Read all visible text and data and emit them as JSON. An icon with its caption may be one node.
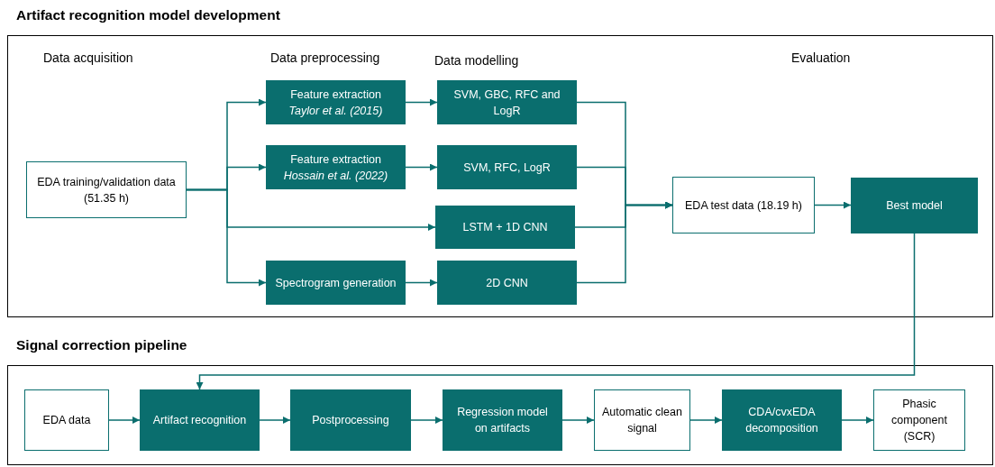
{
  "diagram": {
    "nodes": [
      {
        "text": [
          "Artifact recognition model development"
        ]
      },
      {
        "text": [
          "EDA training/validation data (51.35 h)"
        ],
        "in": 0
      },
      {
        "text": [
          "Feature extraction",
          "Taylor et al. (2015)"
        ],
        "in": 0
      },
      {
        "text": [
          "SVM, GBC, RFC and LogR"
        ],
        "in": 0
      },
      {
        "text": [
          "Feature extraction",
          "Hossain et al.  (2022)"
        ],
        "in": 0
      },
      {
        "text": [
          "SVM, RFC, LogR"
        ],
        "in": 0
      },
      {
        "text": [
          "LSTM + 1D CNN"
        ],
        "in": 0
      },
      {
        "text": [
          "Spectrogram generation"
        ],
        "in": 0
      },
      {
        "text": [
          "2D CNN"
        ],
        "in": 0
      },
      {
        "text": [
          "EDA test data (18.19 h)"
        ],
        "in": 0
      },
      {
        "text": [
          "Best model"
        ],
        "in": 0
      },
      {
        "text": [
          "Signal correction pipeline"
        ]
      },
      {
        "text": [
          "EDA data"
        ],
        "in": 11
      },
      {
        "text": [
          "Artifact recognition"
        ],
        "in": 11
      },
      {
        "text": [
          "Postprocessing"
        ],
        "in": 11
      },
      {
        "text": [
          "Regression model on artifacts"
        ],
        "in": 11
      },
      {
        "text": [
          "Automatic clean signal"
        ],
        "in": 11
      },
      {
        "text": [
          "CDA/cvxEDA decomposition"
        ],
        "in": 11
      },
      {
        "text": [
          "Phasic component (SCR)"
        ],
        "in": 11
      }
    ],
    "edges": [
      {
        "from": 1,
        "to": 2,
        "arrow": "to"
      },
      {
        "from": 1,
        "to": 4,
        "arrow": "to"
      },
      {
        "from": 1,
        "to": 6,
        "arrow": "to"
      },
      {
        "from": 1,
        "to": 7,
        "arrow": "to"
      },
      {
        "from": 2,
        "to": 3,
        "arrow": "to"
      },
      {
        "from": 4,
        "to": 5,
        "arrow": "to"
      },
      {
        "from": 7,
        "to": 8,
        "arrow": "to"
      },
      {
        "from": 3,
        "to": 9,
        "arrow": "to"
      },
      {
        "from": 5,
        "to": 9,
        "arrow": "to"
      },
      {
        "from": 6,
        "to": 9,
        "arrow": "to"
      },
      {
        "from": 8,
        "to": 9,
        "arrow": "to"
      },
      {
        "from": 9,
        "to": 10,
        "arrow": "to"
      },
      {
        "from": 10,
        "to": 13,
        "arrow": "to"
      },
      {
        "from": 12,
        "to": 13,
        "arrow": "to"
      },
      {
        "from": 13,
        "to": 14,
        "arrow": "to"
      },
      {
        "from": 14,
        "to": 15,
        "arrow": "to"
      },
      {
        "from": 15,
        "to": 16,
        "arrow": "to"
      },
      {
        "from": 16,
        "to": 17,
        "arrow": "to"
      },
      {
        "from": 17,
        "to": 18,
        "arrow": "to"
      }
    ],
    "labels": [
      "Data acquisition",
      "Data preprocessing",
      "Data modelling",
      "Evaluation"
    ]
  }
}
